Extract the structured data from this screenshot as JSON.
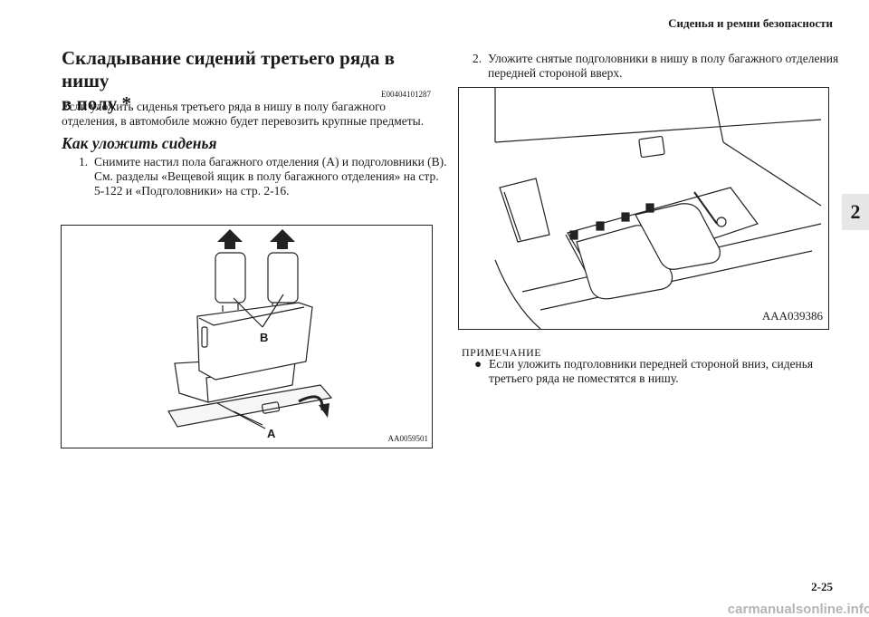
{
  "header": {
    "section": "Сиденья и ремни безопасности"
  },
  "chapter_tab": "2",
  "title": "Складывание сидений третьего ряда в нишу в полу *",
  "title_line1": "Складывание сидений третьего ряда в нишу",
  "title_line2": "в полу *",
  "section_code": "E00404101287",
  "intro": "Если уложить сиденья третьего ряда в нишу в полу багажного отделения, в автомобиле можно будет перевозить крупные предметы.",
  "subheading": "Как уложить сиденья",
  "steps": [
    {
      "num": "1.",
      "text": "Снимите настил пола багажного отделения (A) и подголовники (B).",
      "ref": "См. разделы «Вещевой ящик в полу багажного отделения» на стр. 5-122 и «Подголовники» на стр. 2-16."
    },
    {
      "num": "2.",
      "text": "Уложите снятые подголовники в нишу в полу багажного отделения передней стороной вверх."
    }
  ],
  "figure1": {
    "id": "AA0059501",
    "label_a": "A",
    "label_b": "B"
  },
  "figure2": {
    "id": "AAA039386"
  },
  "note": {
    "heading": "ПРИМЕЧАНИЕ",
    "bullet": "●",
    "text": "Если уложить подголовники передней стороной вниз, сиденья третьего ряда не поместятся в нишу."
  },
  "page_number": "2-25",
  "watermark": "carmanualsonline.info"
}
